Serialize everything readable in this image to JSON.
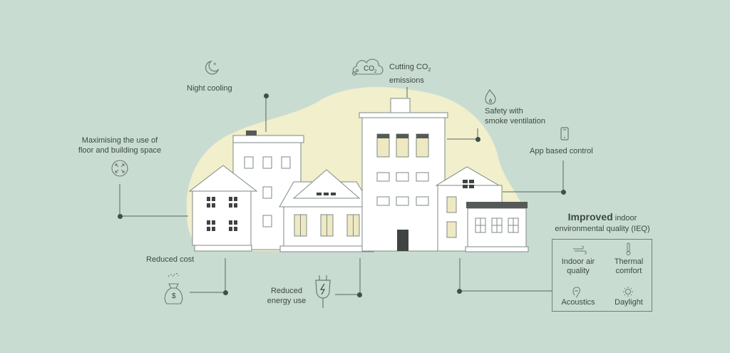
{
  "labels": {
    "night_cooling": "Night cooling",
    "cutting_co2_line1": "Cutting CO",
    "cutting_co2_sub": "2",
    "cutting_co2_line2": "emissions",
    "co2_cloud": "CO",
    "co2_cloud_sub": "2",
    "safety_line1": "Safety with",
    "safety_line2": "smoke ventilation",
    "app_control": "App based control",
    "maximising_line1": "Maximising the use of",
    "maximising_line2": "floor and building space",
    "reduced_cost": "Reduced cost",
    "reduced_energy_line1": "Reduced",
    "reduced_energy_line2": "energy use",
    "money_bag_symbol": "$"
  },
  "ieq": {
    "title_bold": "Improved",
    "title_rest": " indoor",
    "title_line2": "environmental quality (IEQ)",
    "items": {
      "indoor_air_line1": "Indoor air",
      "indoor_air_line2": "quality",
      "thermal_line1": "Thermal",
      "thermal_line2": "comfort",
      "acoustics": "Acoustics",
      "daylight": "Daylight"
    }
  },
  "icons": [
    "moon-star-icon",
    "co2-cloud-icon",
    "flame-icon",
    "smartphone-icon",
    "expand-arrows-icon",
    "money-bag-icon",
    "plug-bolt-icon",
    "wind-icon",
    "thermometer-icon",
    "ear-icon",
    "sun-icon"
  ],
  "colors": {
    "background": "#c9dcd2",
    "blob": "#f1efcc",
    "building_fill": "#ffffff",
    "outline": "#7d8a84",
    "window_fill": "#eee9c2",
    "roof_dark": "#555a58",
    "connector": "#3b5248"
  }
}
